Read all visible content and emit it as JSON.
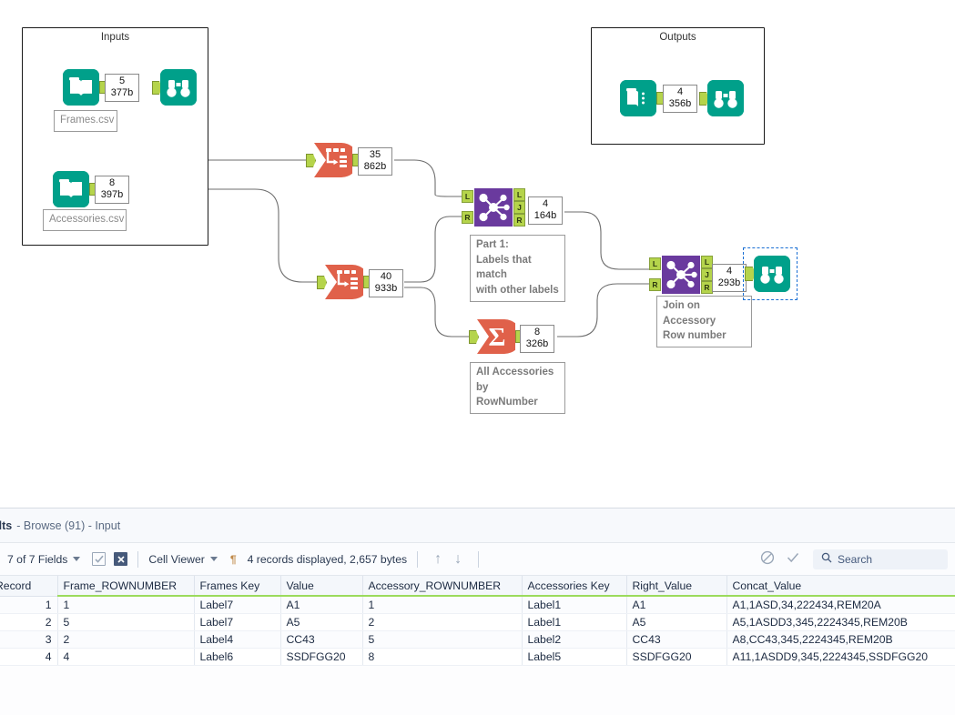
{
  "canvas": {
    "containers": [
      {
        "name": "inputs",
        "title": "Inputs"
      },
      {
        "name": "outputs",
        "title": "Outputs"
      }
    ],
    "tools": [
      {
        "id": "input-frames",
        "type": "input-data-icon",
        "label": "Frames.csv"
      },
      {
        "id": "browse-frames",
        "type": "browse-icon",
        "label": ""
      },
      {
        "id": "input-accessories",
        "type": "input-data-icon",
        "label": "Accessories.csv"
      },
      {
        "id": "output-data",
        "type": "output-data-icon",
        "label": ""
      },
      {
        "id": "browse-output",
        "type": "browse-icon",
        "label": ""
      },
      {
        "id": "text-to-columns-1",
        "type": "text-to-columns-icon",
        "label": ""
      },
      {
        "id": "text-to-columns-2",
        "type": "text-to-columns-icon",
        "label": ""
      },
      {
        "id": "join-1",
        "type": "join-icon",
        "label": ""
      },
      {
        "id": "summarize-1",
        "type": "summarize-icon",
        "label": ""
      },
      {
        "id": "join-2",
        "type": "join-icon",
        "label": ""
      },
      {
        "id": "browse-final",
        "type": "browse-icon",
        "label": "",
        "selected": true
      }
    ],
    "badges": [
      {
        "id": "badge-frames",
        "records": "5",
        "size": "377b"
      },
      {
        "id": "badge-output",
        "records": "4",
        "size": "356b"
      },
      {
        "id": "badge-accessories",
        "records": "8",
        "size": "397b"
      },
      {
        "id": "badge-ttc1",
        "records": "35",
        "size": "862b"
      },
      {
        "id": "badge-ttc2",
        "records": "40",
        "size": "933b"
      },
      {
        "id": "badge-join1",
        "records": "4",
        "size": "164b"
      },
      {
        "id": "badge-summarize",
        "records": "8",
        "size": "326b"
      },
      {
        "id": "badge-join2",
        "records": "4",
        "size": "293b"
      }
    ],
    "notes": [
      {
        "id": "note-part1",
        "text": "Part 1:\nLabels that match\nwith other labels"
      },
      {
        "id": "note-accessories",
        "text": "All Accessories by\nRowNumber"
      },
      {
        "id": "note-join",
        "text": "Join on Accessory\nRow number"
      }
    ],
    "port_labels": {
      "left": "L",
      "join": "J",
      "right": "R"
    }
  },
  "results": {
    "title": "ults",
    "subtitle": "- Browse (91) - Input",
    "toolbar": {
      "fields_label": "7 of 7 Fields",
      "cell_viewer_label": "Cell Viewer",
      "pilcrow": "¶",
      "records_label": "4 records displayed, 2,657 bytes",
      "up_arrow": "↑",
      "down_arrow": "↓",
      "block_icon": "⃠",
      "check_icon": "✓",
      "search_placeholder": "Search"
    },
    "grid": {
      "columns": [
        "Record",
        "Frame_ROWNUMBER",
        "Frames Key",
        "Value",
        "Accessory_ROWNUMBER",
        "Accessories Key",
        "Right_Value",
        "Concat_Value"
      ],
      "rows": [
        [
          "1",
          "1",
          "Label7",
          "A1",
          "1",
          "Label1",
          "A1",
          "A1,1ASD,34,222434,REM20A"
        ],
        [
          "2",
          "5",
          "Label7",
          "A5",
          "2",
          "Label1",
          "A5",
          "A5,1ASDD3,345,2224345,REM20B"
        ],
        [
          "3",
          "2",
          "Label4",
          "CC43",
          "5",
          "Label2",
          "CC43",
          "A8,CC43,345,2224345,REM20B"
        ],
        [
          "4",
          "4",
          "Label6",
          "SSDFGG20",
          "8",
          "Label5",
          "SSDFGG20",
          "A11,1ASDD9,345,2224345,SSDFGG20"
        ]
      ]
    }
  },
  "colors": {
    "teal": "#00a08a",
    "red": "#e0614a",
    "purple": "#6a3a9e",
    "port_green": "#b5d44b",
    "header_underline": "#9bdb5c",
    "selection_blue": "#1a6fd4"
  }
}
